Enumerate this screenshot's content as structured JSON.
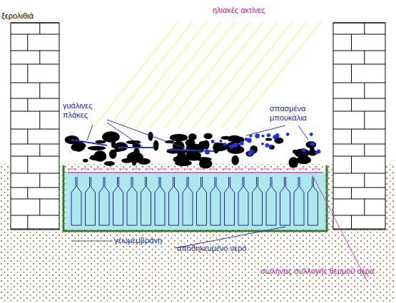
{
  "diagram": {
    "labels": [
      "ξερολιθιά",
      "ηλιακές ακτίνες",
      "γυάλινες πλάκες",
      "σπασμένα μπουκάλια",
      "γεωμεμβράνη",
      "αποθηκευμένο νερό",
      "σωλήνας συλλογής θερμού αέρα"
    ]
  }
}
